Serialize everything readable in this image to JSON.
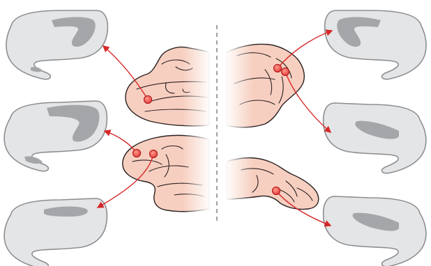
{
  "colors": {
    "background": "#ffffff",
    "brain_fill": "#f7cfc0",
    "brain_stroke": "#2a2020",
    "arrow": "#d62828",
    "site_fill": "#e23b3b",
    "site_stroke": "#b51e1e",
    "tract_fill": "#e4e5e6",
    "tract_stroke": "#8c8e91",
    "tract_band": "#a4a6a9",
    "divider": "#888888"
  },
  "divider_style": "dashed vertical line",
  "brains": [
    {
      "name": "left-upper-brain",
      "view": "cut-away"
    },
    {
      "name": "left-lower-brain",
      "view": "cut-away"
    },
    {
      "name": "right-upper-brain",
      "view": "cut-away"
    },
    {
      "name": "right-lower-brain",
      "view": "cut-away"
    }
  ],
  "tracts": [
    {
      "name": "tract-left-top",
      "highlight_region": "outer"
    },
    {
      "name": "tract-left-middle",
      "highlight_region": "outer"
    },
    {
      "name": "tract-left-bottom",
      "highlight_region": "middle"
    },
    {
      "name": "tract-right-top",
      "highlight_region": "outer"
    },
    {
      "name": "tract-right-middle",
      "highlight_region": "middle"
    },
    {
      "name": "tract-right-bottom",
      "highlight_region": "middle"
    }
  ],
  "injection_sites": [
    {
      "name": "site-1",
      "brain": "left-upper-brain",
      "target": "tract-left-top"
    },
    {
      "name": "site-2",
      "brain": "left-lower-brain",
      "target": "tract-left-middle"
    },
    {
      "name": "site-3",
      "brain": "left-lower-brain",
      "target": "tract-left-bottom"
    },
    {
      "name": "site-4",
      "brain": "right-upper-brain",
      "target": "tract-right-top"
    },
    {
      "name": "site-5",
      "brain": "right-upper-brain",
      "target": "tract-right-middle"
    },
    {
      "name": "site-6",
      "brain": "right-lower-brain",
      "target": "tract-right-bottom"
    }
  ]
}
